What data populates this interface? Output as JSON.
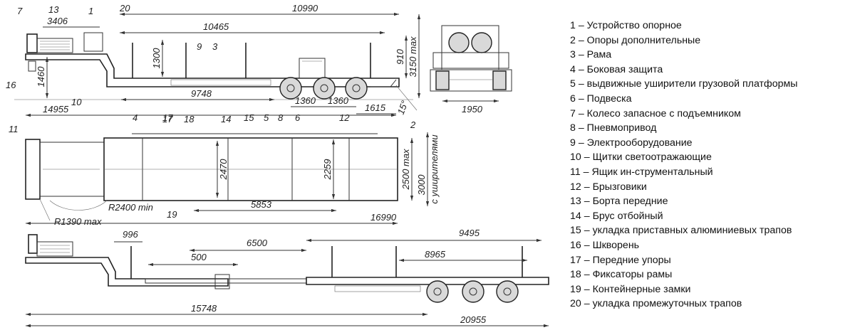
{
  "legend": [
    {
      "num": "1",
      "text": "Устройство опорное"
    },
    {
      "num": "2",
      "text": "Опоры дополнительные"
    },
    {
      "num": "3",
      "text": "Рама"
    },
    {
      "num": "4",
      "text": "Боковая защита"
    },
    {
      "num": "5",
      "text": "выдвижные уширители грузовой платформы"
    },
    {
      "num": "6",
      "text": "Подвеска"
    },
    {
      "num": "7",
      "text": "Колесо запасное с подъемником"
    },
    {
      "num": "8",
      "text": "Пневмопривод"
    },
    {
      "num": "9",
      "text": "Электрооборудование"
    },
    {
      "num": "10",
      "text": "Щитки светоотражающие"
    },
    {
      "num": "11",
      "text": "Ящик ин-струментальный"
    },
    {
      "num": "12",
      "text": "Брызговики"
    },
    {
      "num": "13",
      "text": "Борта передние"
    },
    {
      "num": "14",
      "text": "Брус отбойный"
    },
    {
      "num": "15",
      "text": "укладка приставных алюминиевых трапов"
    },
    {
      "num": "16",
      "text": "Шкворень"
    },
    {
      "num": "17",
      "text": "Передние упоры"
    },
    {
      "num": "18",
      "text": "Фиксаторы рамы"
    },
    {
      "num": "19",
      "text": "Контейнерные замки"
    },
    {
      "num": "20",
      "text": "укладка промежуточных трапов"
    }
  ],
  "side_view": {
    "dims": {
      "overall_top": "10990",
      "platform": "10465",
      "front_offset": "3406",
      "stake_height": "1300",
      "deck_height": "1460",
      "front_overhang": "910",
      "max_height": "3150 max",
      "frame_length": "9748",
      "axle_spacing_1": "1360",
      "axle_spacing_2": "1360",
      "rear_overhang": "1615",
      "overall_length": "14955",
      "departure_angle": "15°"
    },
    "callouts": [
      "7",
      "13",
      "1",
      "20",
      "9",
      "3",
      "16",
      "10",
      "4",
      "17",
      "15",
      "5",
      "8",
      "6",
      "12",
      "2"
    ]
  },
  "rear_view": {
    "dims": {
      "track": "1950"
    }
  },
  "top_view": {
    "dims": {
      "inner_width": "2470",
      "frame_width": "2259",
      "platform_width": "2500 max",
      "extended_width": "3000",
      "extended_note": "с уширителями",
      "kingpin_radius": "R2400 min",
      "front_radius": "R1390 max",
      "deck_section": "5853",
      "overall_length": "16990"
    },
    "callouts": [
      "11",
      "17",
      "18",
      "14",
      "19"
    ]
  },
  "extended_view": {
    "dims": {
      "neck_offset": "996",
      "extension_stroke": "500",
      "extension_length": "6500",
      "rear_section": "9495",
      "rear_deck": "8965",
      "collapsed_length": "15748",
      "extended_length": "20955"
    }
  }
}
